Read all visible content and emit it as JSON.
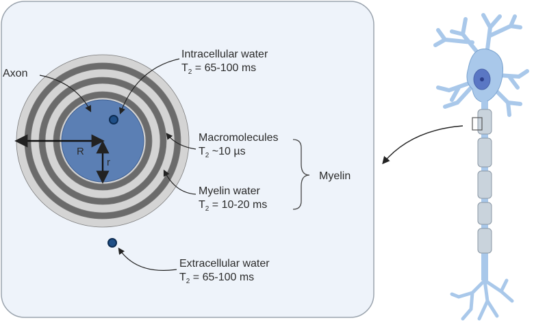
{
  "labels": {
    "axon": "Axon",
    "R": "R",
    "r": "r",
    "intracellular": {
      "name": "Intracellular water",
      "t_symbol": "T",
      "t_sub": "2",
      "value": " = 65-100 ms"
    },
    "macromolecules": {
      "name": "Macromolecules",
      "t_symbol": "T",
      "t_sub": "2",
      "value": " ~10 µs"
    },
    "myelin_water": {
      "name": "Myelin water",
      "t_symbol": "T",
      "t_sub": "2",
      "value": " = 10-20 ms"
    },
    "myelin": "Myelin",
    "extracellular": {
      "name": "Extracellular water",
      "t_symbol": "T",
      "t_sub": "2",
      "value": " = 65-100 ms"
    }
  },
  "colors": {
    "panel_fill": "#eef3fa",
    "panel_border": "#9aa3ad",
    "axon_fill": "#5b7fb4",
    "dark_ring": "#6b6b6b",
    "light_ring": "#d4d4d4",
    "water_dot": "#1f4f87",
    "neuron_fill": "#a9c8ea",
    "neuron_stroke": "#7aa3cf",
    "nucleus": "#5a77c4"
  }
}
